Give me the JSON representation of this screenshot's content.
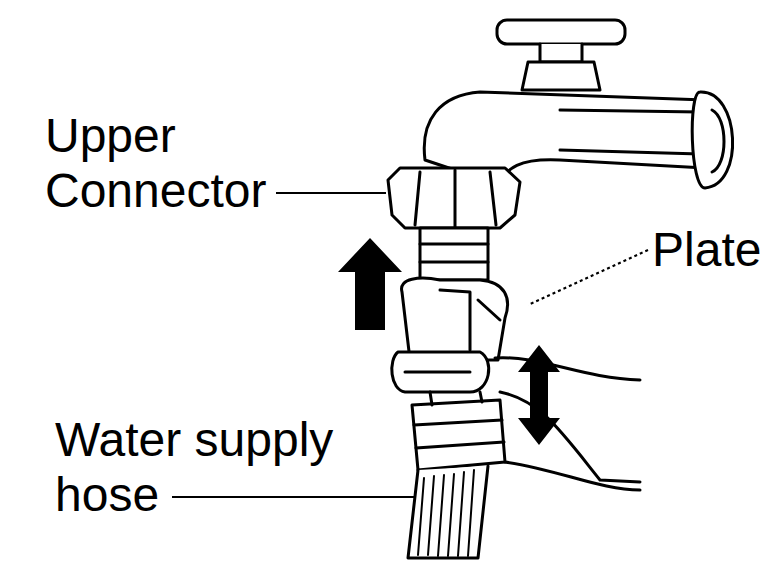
{
  "diagram": {
    "labels": [
      "Upper Connector",
      "Plate",
      "Water supply hose"
    ]
  }
}
